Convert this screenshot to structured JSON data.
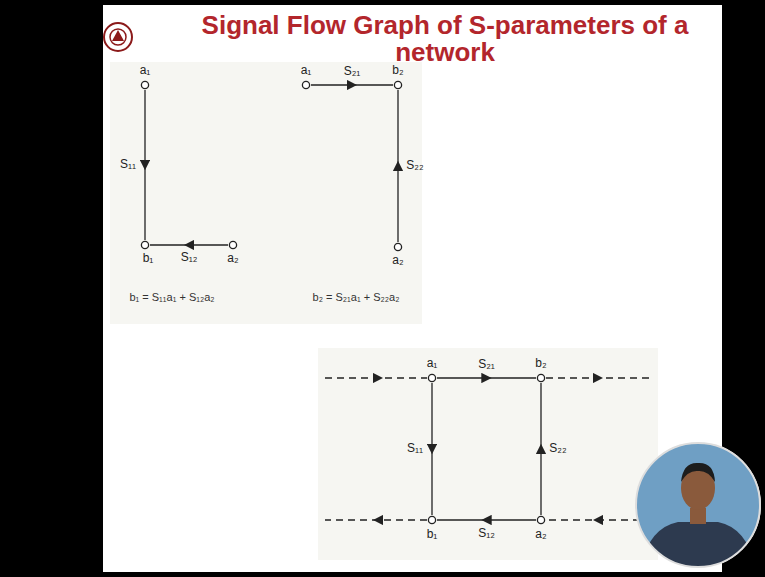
{
  "diagram": {
    "title": "Signal Flow Graph of S-parameters of a network",
    "nodes": [
      {
        "text": [
          "a₁"
        ]
      },
      {
        "text": [
          "b₁"
        ]
      },
      {
        "text": [
          "a₂"
        ]
      },
      {
        "text": [
          "a₁"
        ]
      },
      {
        "text": [
          "b₂"
        ]
      },
      {
        "text": [
          "a₂"
        ]
      },
      {
        "text": [
          "a₁"
        ]
      },
      {
        "text": [
          "b₂"
        ]
      },
      {
        "text": [
          "b₁"
        ]
      },
      {
        "text": [
          "a₂"
        ]
      }
    ],
    "edges": [
      {
        "from": 0,
        "to": 1,
        "arrow": "to",
        "label": "S₁₁"
      },
      {
        "from": 2,
        "to": 1,
        "arrow": "to",
        "label": "S₁₂"
      },
      {
        "from": 3,
        "to": 4,
        "arrow": "to",
        "label": "S₂₁"
      },
      {
        "from": 5,
        "to": 4,
        "arrow": "to",
        "label": "S₂₂"
      },
      {
        "from": 6,
        "to": 7,
        "arrow": "to",
        "label": "S₂₁"
      },
      {
        "from": 6,
        "to": 8,
        "arrow": "to",
        "label": "S₁₁"
      },
      {
        "from": 9,
        "to": 7,
        "arrow": "to",
        "label": "S₂₂"
      },
      {
        "from": 9,
        "to": 8,
        "arrow": "to",
        "label": "S₁₂"
      }
    ],
    "labels": [
      "b₁ = S₁₁a₁ + S₁₂a₂",
      "b₂ = S₂₁a₁ + S₂₂a₂"
    ]
  }
}
